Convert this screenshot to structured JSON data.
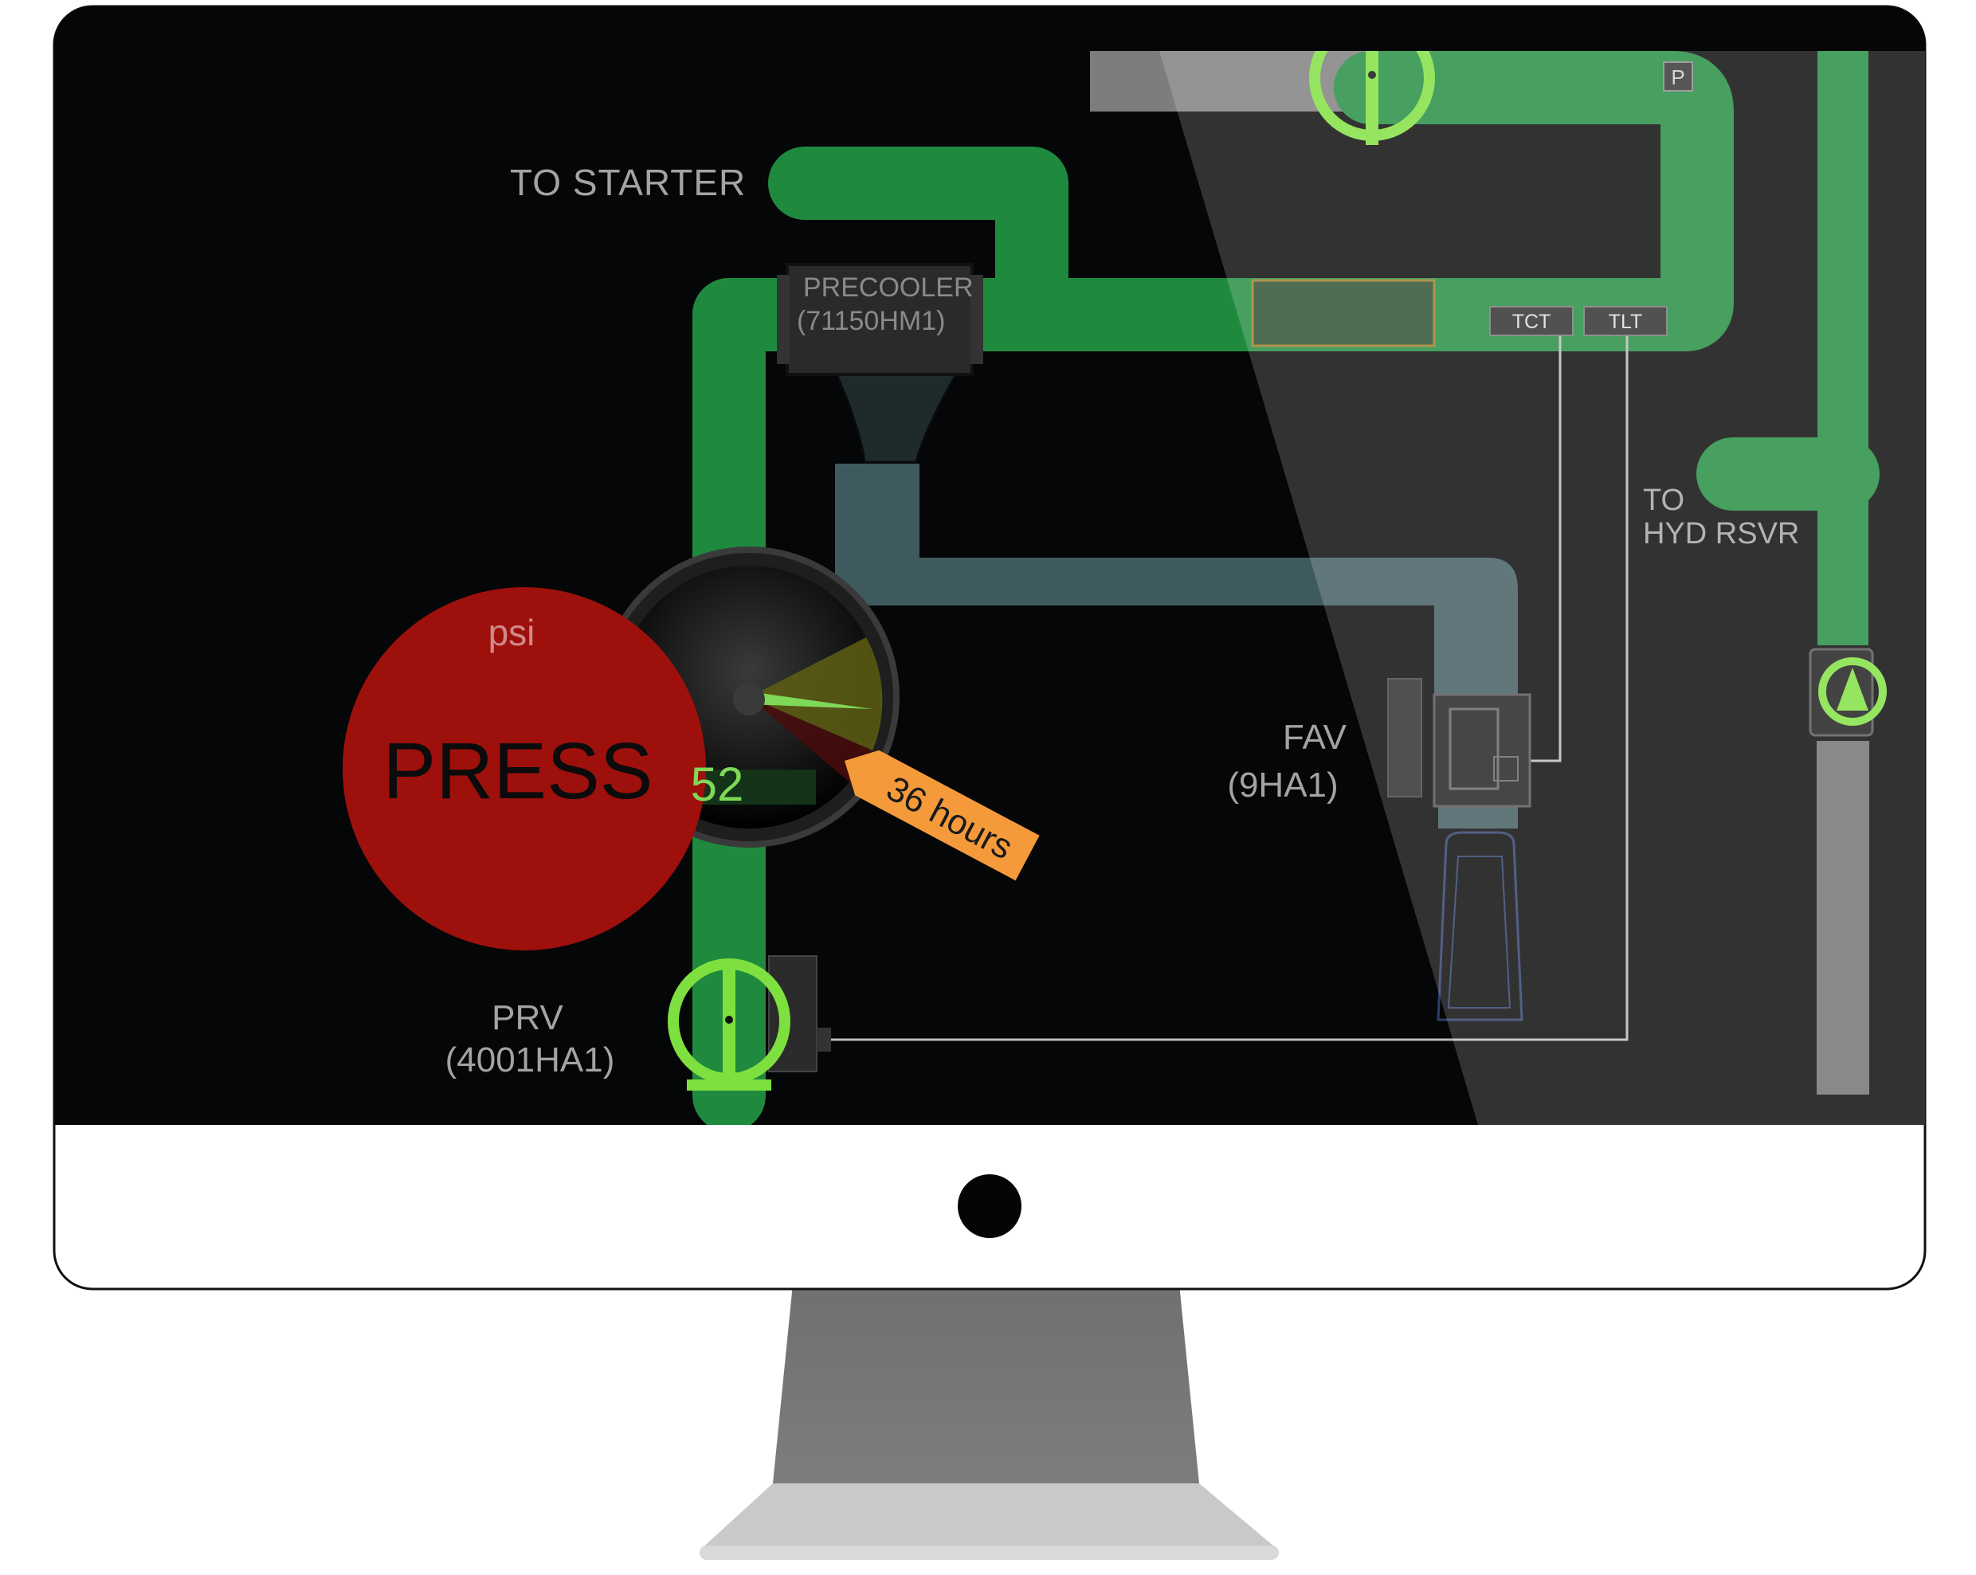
{
  "labels": {
    "to_starter": "TO STARTER",
    "precooler_name": "PRECOOLER",
    "precooler_id": "(71150HM1)",
    "tct": "TCT",
    "tlt": "TLT",
    "p_badge": "P",
    "to_hyd_line1": "TO",
    "to_hyd_line2": "HYD RSVR",
    "fav_name": "FAV",
    "fav_id": "(9HA1)",
    "prv_name": "PRV",
    "prv_id": "(4001HA1)"
  },
  "gauge": {
    "unit": "psi",
    "value": "52",
    "value_fraction": 0.52
  },
  "press_button": {
    "label": "PRESS"
  },
  "callout": {
    "text": "36 hours"
  },
  "colors": {
    "screen_bg": "#050607",
    "duct_green": "#1f8a3e",
    "duct_hot_green": "#2ea44f",
    "valve_green": "#7ee03e",
    "cool_duct": "#3f5a5e",
    "press_red": "#9e100c",
    "callout_orange": "#f59a3a",
    "value_green": "#7ed957",
    "bezel": "#121212"
  },
  "icons": {
    "power_led": "camera-dot-icon",
    "valves": [
      "butterfly-valve-icon",
      "butterfly-valve-icon",
      "check-valve-icon"
    ]
  }
}
